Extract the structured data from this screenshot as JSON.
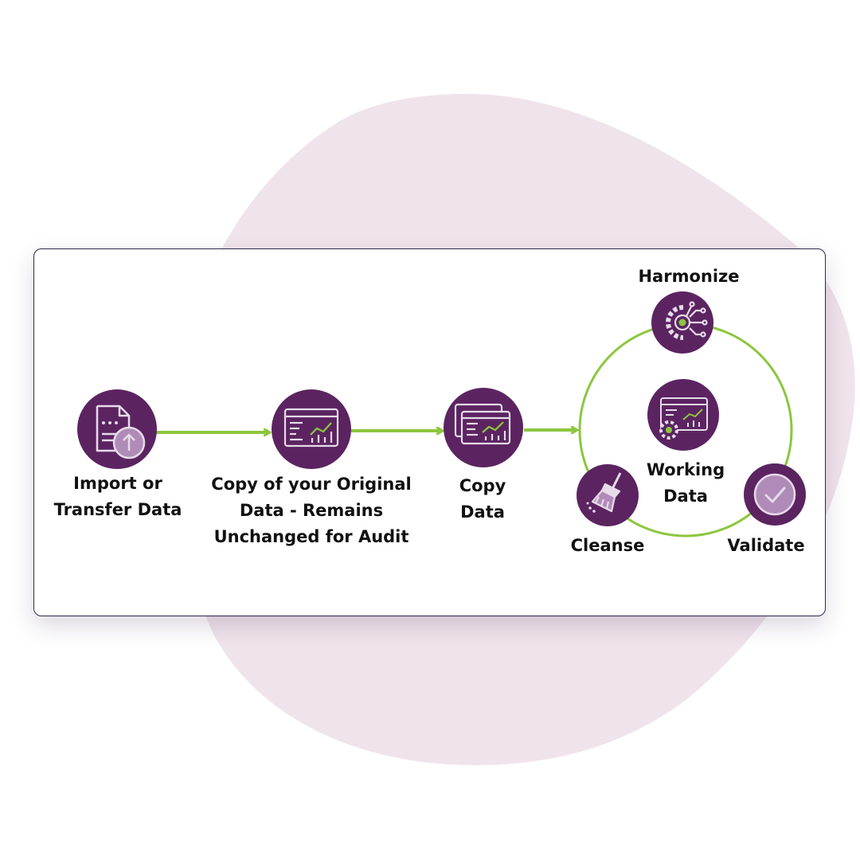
{
  "colors": {
    "node_fill": "#5b2461",
    "icon_light": "#e7dbea",
    "accent_green": "#8cc63f",
    "blob": "#f0e4ec",
    "text": "#111111"
  },
  "steps": [
    {
      "label_lines": [
        "Import or",
        "Transfer Data"
      ],
      "icon": "file-upload-icon"
    },
    {
      "label_lines": [
        "Copy of your Original",
        "Data - Remains",
        "Unchanged for Audit"
      ],
      "icon": "dashboard-icon"
    },
    {
      "label_lines": [
        "Copy",
        "Data"
      ],
      "icon": "dashboard-copies-icon"
    }
  ],
  "cycle": {
    "center": {
      "label_lines": [
        "Working",
        "Data"
      ],
      "icon": "dashboard-gear-icon"
    },
    "nodes": [
      {
        "label": "Harmonize",
        "icon": "gear-circuit-icon"
      },
      {
        "label": "Cleanse",
        "icon": "broom-icon"
      },
      {
        "label": "Validate",
        "icon": "check-circle-icon"
      }
    ]
  }
}
